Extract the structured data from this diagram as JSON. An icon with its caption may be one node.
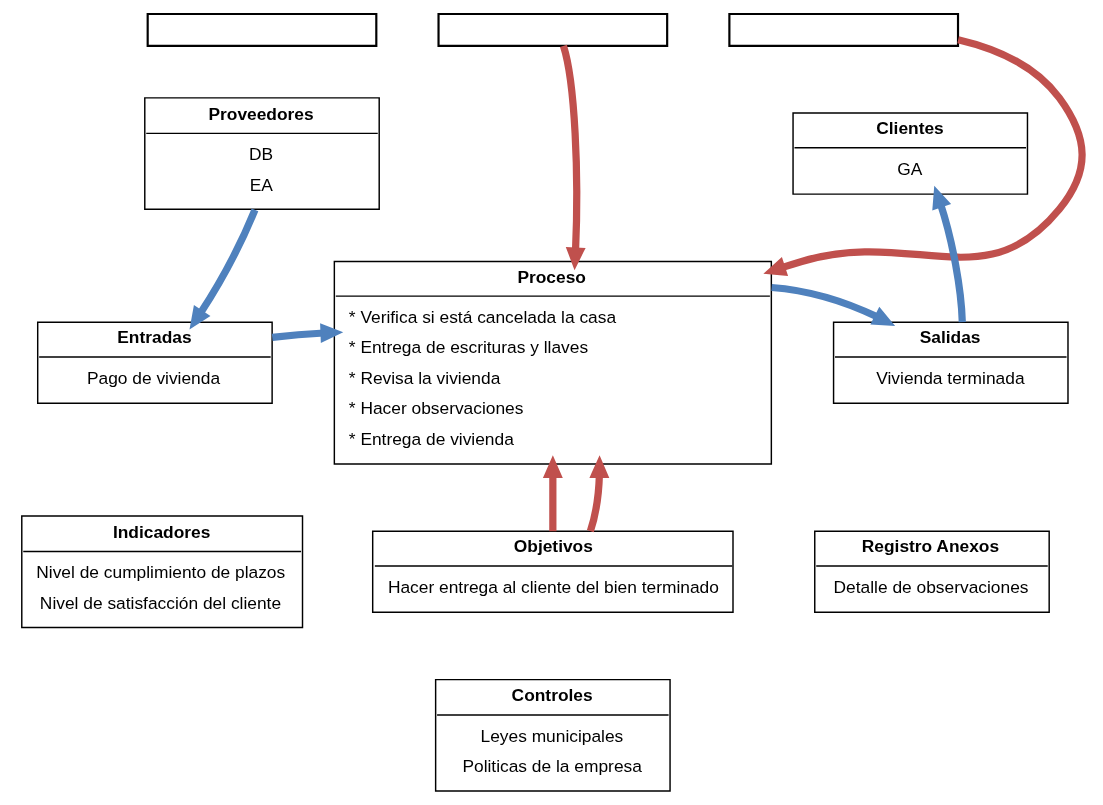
{
  "diagram": {
    "nodes": [
      {
        "text": [],
        "shape": "box"
      },
      {
        "text": [],
        "shape": "box"
      },
      {
        "text": [],
        "shape": "box"
      },
      {
        "text": [
          "Proveedores",
          "DB",
          "EA"
        ]
      },
      {
        "text": [
          "Proceso",
          "* Verifica si está cancelada la casa",
          "* Entrega de escrituras y llaves",
          "* Revisa la vivienda",
          "* Hacer observaciones",
          "* Entrega de vivienda"
        ]
      },
      {
        "text": [
          "Clientes",
          "GA"
        ]
      },
      {
        "text": [
          "Entradas",
          "Pago de vivienda"
        ]
      },
      {
        "text": [
          "Salidas",
          "Vivienda terminada"
        ]
      },
      {
        "text": [
          "Objetivos",
          "Hacer entrega al cliente del bien terminado"
        ]
      },
      {
        "text": [
          "Indicadores",
          "Nivel de cumplimiento de plazos",
          "Nivel de satisfacción del cliente"
        ]
      },
      {
        "text": [
          "Registro Anexos",
          "Detalle de observaciones"
        ]
      },
      {
        "text": [
          "Controles",
          "Leyes municipales",
          "Politicas de la empresa"
        ]
      }
    ],
    "edges": [
      {
        "from": 1,
        "to": 4,
        "arrow": "to",
        "color": "#c0504d"
      },
      {
        "from": 2,
        "to": 4,
        "arrow": "to",
        "color": "#c0504d"
      },
      {
        "from": 3,
        "to": 6,
        "arrow": "to",
        "color": "#4f81bd"
      },
      {
        "from": 6,
        "to": 4,
        "arrow": "to",
        "color": "#4f81bd"
      },
      {
        "from": 4,
        "to": 7,
        "arrow": "to",
        "color": "#4f81bd"
      },
      {
        "from": 7,
        "to": 5,
        "arrow": "to",
        "color": "#4f81bd"
      },
      {
        "from": 8,
        "to": 4,
        "arrow": "to",
        "color": "#c0504d"
      },
      {
        "from": 8,
        "to": 4,
        "arrow": "to",
        "color": "#c0504d"
      }
    ]
  }
}
